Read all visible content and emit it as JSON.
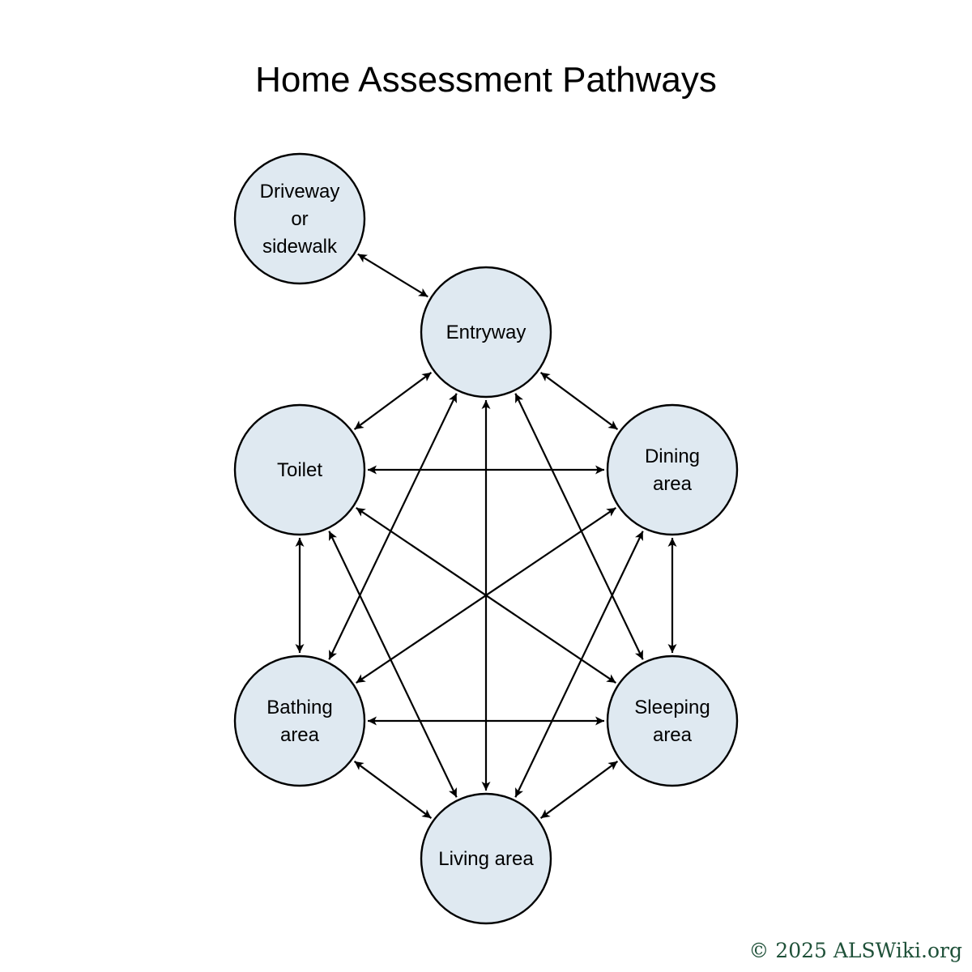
{
  "title": "Home Assessment Pathways",
  "nodes": [
    {
      "id": "driveway",
      "lines": [
        "Driveway",
        "or",
        "sidewalk"
      ]
    },
    {
      "id": "entryway",
      "lines": [
        "Entryway"
      ]
    },
    {
      "id": "toilet",
      "lines": [
        "Toilet"
      ]
    },
    {
      "id": "dining",
      "lines": [
        "Dining",
        "area"
      ]
    },
    {
      "id": "bathing",
      "lines": [
        "Bathing",
        "area"
      ]
    },
    {
      "id": "sleeping",
      "lines": [
        "Sleeping",
        "area"
      ]
    },
    {
      "id": "living",
      "lines": [
        "Living area"
      ]
    }
  ],
  "edges": [
    [
      "driveway",
      "entryway"
    ],
    [
      "entryway",
      "toilet"
    ],
    [
      "entryway",
      "dining"
    ],
    [
      "entryway",
      "bathing"
    ],
    [
      "entryway",
      "sleeping"
    ],
    [
      "entryway",
      "living"
    ],
    [
      "toilet",
      "dining"
    ],
    [
      "toilet",
      "bathing"
    ],
    [
      "toilet",
      "sleeping"
    ],
    [
      "toilet",
      "living"
    ],
    [
      "dining",
      "bathing"
    ],
    [
      "dining",
      "sleeping"
    ],
    [
      "dining",
      "living"
    ],
    [
      "bathing",
      "sleeping"
    ],
    [
      "bathing",
      "living"
    ],
    [
      "sleeping",
      "living"
    ]
  ],
  "edge_direction": "bidirectional",
  "colors": {
    "node_fill": "#dfe9f1",
    "stroke": "#000000",
    "copyright": "#1f5139"
  },
  "copyright": "© 2025 ALSWiki.org"
}
